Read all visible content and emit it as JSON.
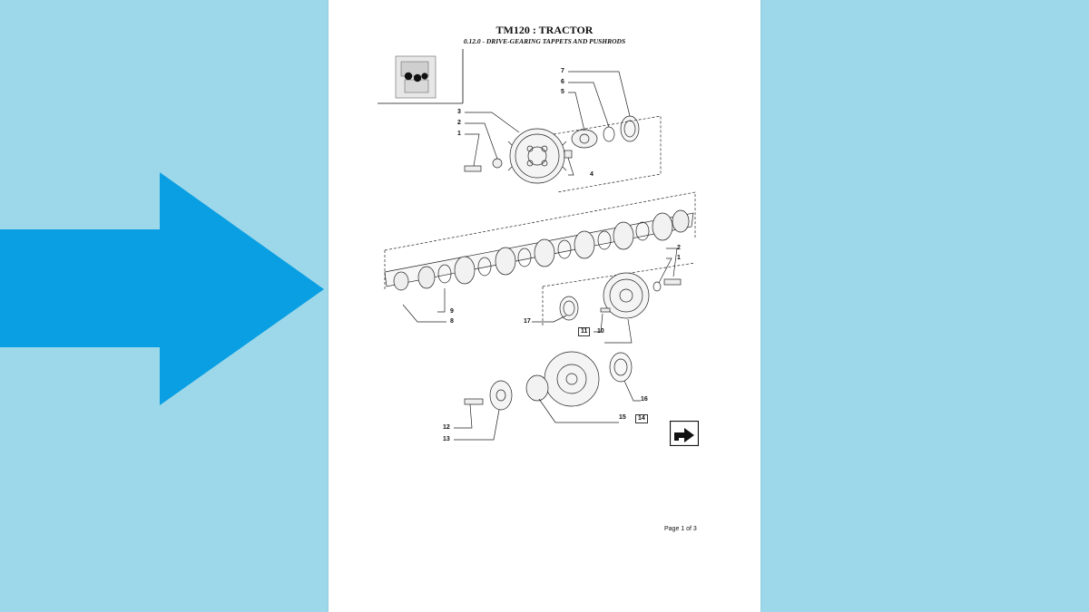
{
  "document": {
    "title": "TM120 : TRACTOR",
    "subtitle": "0.12.0 - DRIVE-GEARING TAPPETS AND PUSHRODS",
    "page_indicator": "Page 1 of 3"
  },
  "callouts": [
    {
      "id": "c7",
      "text": "7"
    },
    {
      "id": "c6",
      "text": "6"
    },
    {
      "id": "c5",
      "text": "5"
    },
    {
      "id": "c3",
      "text": "3"
    },
    {
      "id": "c2a",
      "text": "2"
    },
    {
      "id": "c1a",
      "text": "1"
    },
    {
      "id": "c4",
      "text": "4"
    },
    {
      "id": "c2b",
      "text": "2"
    },
    {
      "id": "c1b",
      "text": "1"
    },
    {
      "id": "c9",
      "text": "9"
    },
    {
      "id": "c8",
      "text": "8"
    },
    {
      "id": "c17",
      "text": "17"
    },
    {
      "id": "c11",
      "text": "11"
    },
    {
      "id": "c10",
      "text": "10"
    },
    {
      "id": "c16",
      "text": "16"
    },
    {
      "id": "c15",
      "text": "15"
    },
    {
      "id": "c14",
      "text": "14"
    },
    {
      "id": "c12",
      "text": "12"
    },
    {
      "id": "c13",
      "text": "13"
    }
  ],
  "colors": {
    "background": "#9dd8ea",
    "arrow": "#0a9fe3",
    "page": "#ffffff"
  },
  "icons": {
    "left_arrow": "right-arrow-icon",
    "nav": "next-page-icon"
  }
}
